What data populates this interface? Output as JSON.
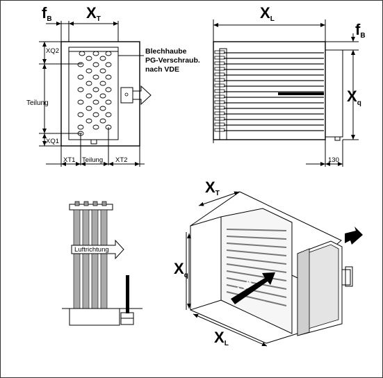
{
  "labels": {
    "fb_top": {
      "main": "f",
      "sub": "B"
    },
    "xt_top": {
      "main": "X",
      "sub": "T"
    },
    "xl_top": {
      "main": "X",
      "sub": "L"
    },
    "fb_right": {
      "main": "f",
      "sub": "B"
    },
    "xq_right": {
      "main": "X",
      "sub": "q"
    },
    "xt_iso": {
      "main": "X",
      "sub": "T"
    },
    "xq_iso": {
      "main": "X",
      "sub": "q"
    },
    "xl_iso": {
      "main": "X",
      "sub": "L"
    },
    "xq2": "XQ2",
    "xq1": "XQ1",
    "teilung_left": "Teilung",
    "xt1": "XT1",
    "teilung_bottom": "Teilung",
    "xt2": "XT2",
    "dim_130": "130",
    "blechhaube": "Blechhaube",
    "pg_verschraub": "PG-Verschraub.",
    "nach_vde": "nach VDE",
    "luftrichtung": "Luftrichtung",
    "luft": "Luft"
  }
}
